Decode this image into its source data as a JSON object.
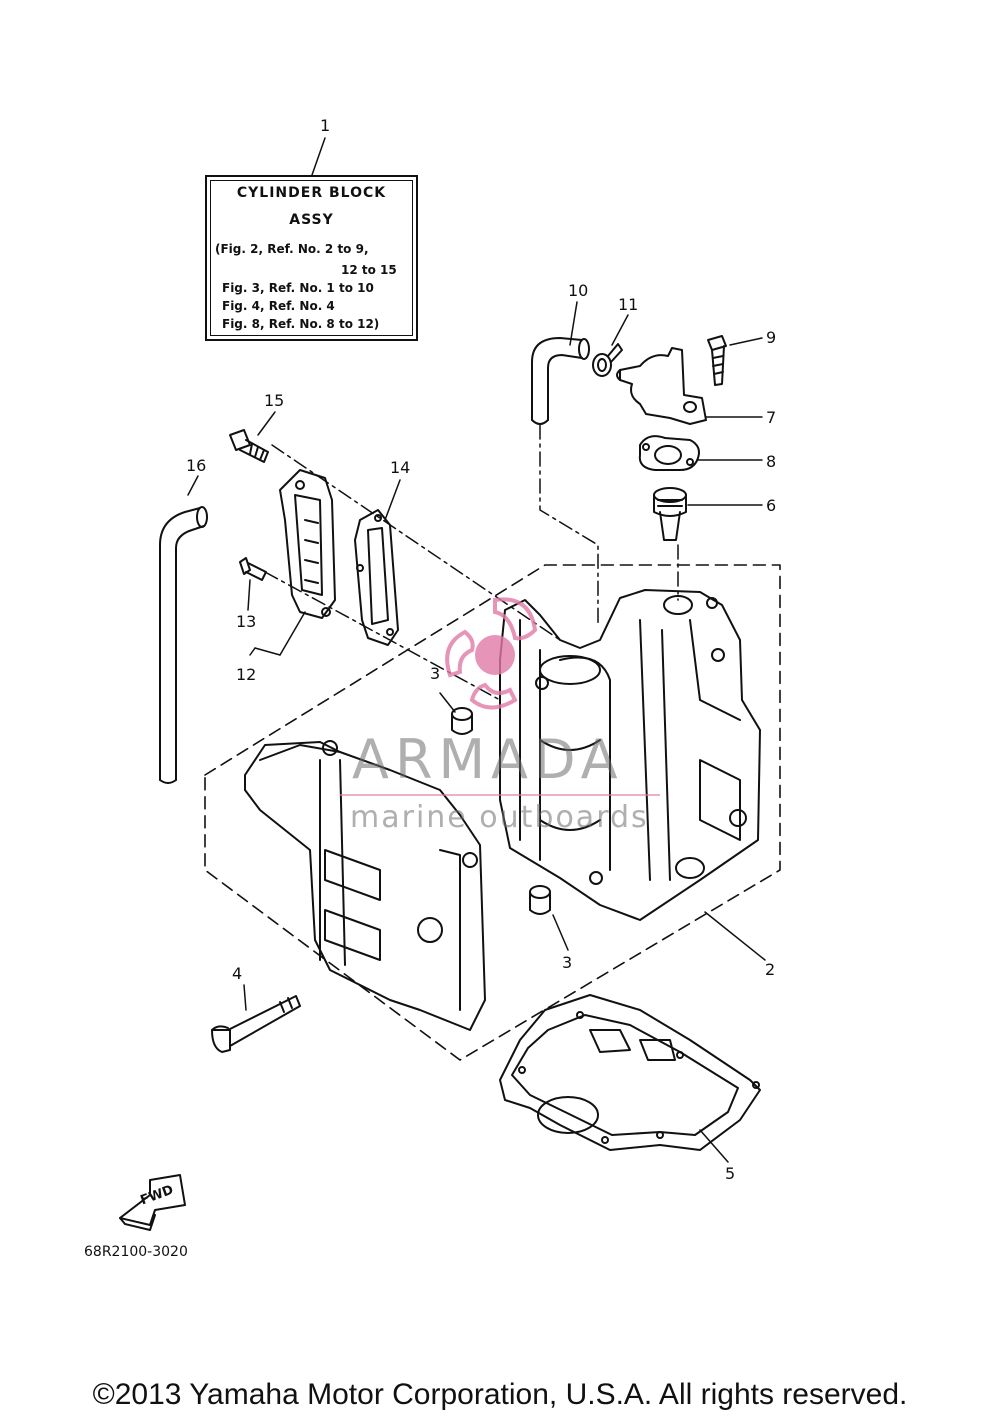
{
  "assy_box": {
    "title_line1": "CYLINDER BLOCK",
    "title_line2": "ASSY",
    "refs": [
      "(Fig. 2, Ref. No. 2 to 9,",
      "12 to 15",
      "Fig. 3, Ref. No. 1 to 10",
      "Fig. 4, Ref. No. 4",
      "Fig. 8, Ref. No. 8 to 12)"
    ]
  },
  "callouts": {
    "c1": "1",
    "c2": "2",
    "c3a": "3",
    "c3b": "3",
    "c4": "4",
    "c5": "5",
    "c6": "6",
    "c7": "7",
    "c8": "8",
    "c9": "9",
    "c10": "10",
    "c11": "11",
    "c12": "12",
    "c13": "13",
    "c14": "14",
    "c15": "15",
    "c16": "16"
  },
  "fwd_label": "FWD",
  "part_number": "68R2100-3020",
  "watermark": {
    "brand": "ARMADA",
    "tagline": "marine outboards",
    "color": "#e07aa6"
  },
  "copyright": "©2013 Yamaha Motor Corporation, U.S.A. All rights reserved."
}
